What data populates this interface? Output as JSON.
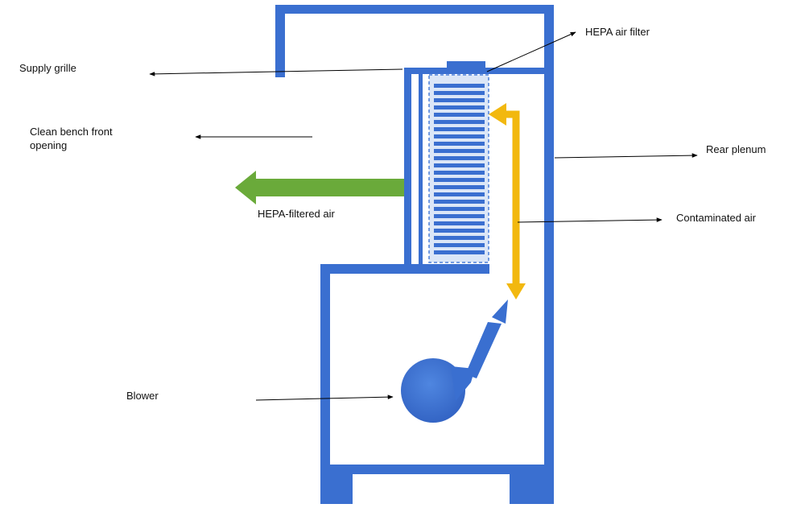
{
  "labels": {
    "supply_grille": "Supply grille",
    "front_opening": "Clean bench front\nopening",
    "hepa_filtered_air": "HEPA-filtered air",
    "blower": "Blower",
    "hepa_air_filter": "HEPA air filter",
    "rear_plenum": "Rear plenum",
    "contaminated_air": "Contaminated air"
  },
  "colors": {
    "cabinet": "#3a6fd0",
    "filter_fill": "#dbe6f7",
    "filter_slats": "#3a6fd0",
    "clean_air_arrow": "#6aaa3a",
    "contaminated_air_arrow": "#f2b80f",
    "pointer": "#000000"
  }
}
